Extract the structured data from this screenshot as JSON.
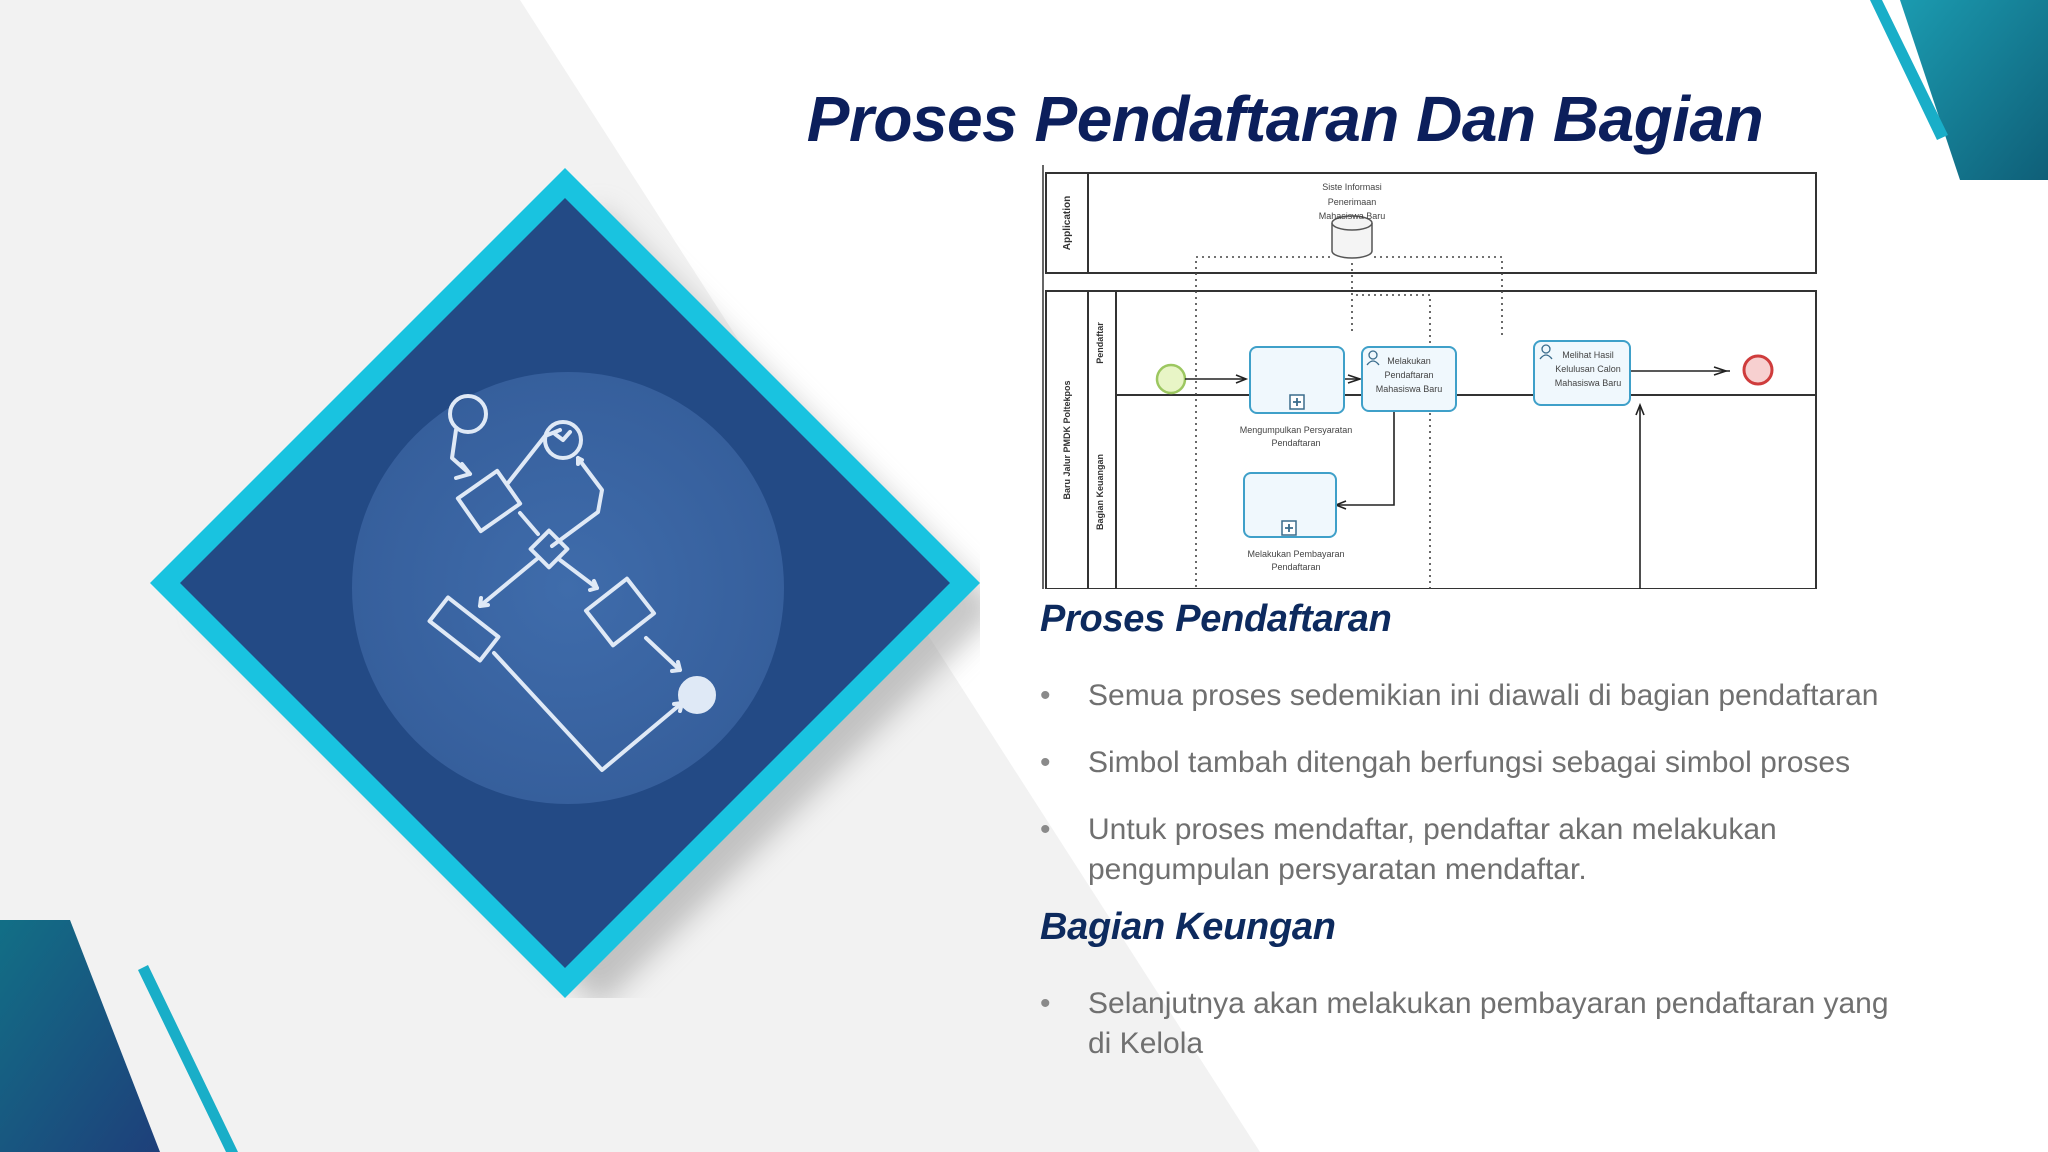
{
  "slide": {
    "title": "Proses Pendaftaran Dan Bagian keungan",
    "colors": {
      "title": "#0c1f5c",
      "accent_cyan": "#19c3e0",
      "diamond_fill": "#234a85",
      "teal": "#137d92",
      "body_text": "#707070"
    }
  },
  "bpmn": {
    "lane_application": "Application",
    "pool_name": "Baru Jalur PMDK Poltekpos",
    "lane_pendaftar": "Pendaftar",
    "lane_keuangan": "Bagian Keuangan",
    "data_store_label": [
      "Siste Informasi",
      "Penerimaan",
      "Mahasiswa Baru"
    ],
    "task_collect": [
      "Mengumpulkan Persyaratan",
      "Pendaftaran"
    ],
    "task_register": [
      "Melakukan",
      "Pendaftaran",
      "Mahasiswa Baru"
    ],
    "task_result": [
      "Melihat Hasil",
      "Kelulusan  Calon",
      "Mahasiswa Baru"
    ],
    "task_payment": [
      "Melakukan Pembayaran",
      "Pendaftaran"
    ]
  },
  "section1": {
    "heading": "Proses Pendaftaran",
    "bullets": [
      "Semua proses sedemikian ini diawali di bagian pendaftaran",
      "Simbol tambah ditengah berfungsi sebagai simbol proses",
      "Untuk proses mendaftar, pendaftar akan melakukan pengumpulan persyaratan mendaftar."
    ]
  },
  "section2": {
    "heading": "Bagian Keungan",
    "bullets": [
      "Selanjutnya akan melakukan pembayaran pendaftaran yang di Kelola"
    ]
  },
  "bullet_char": "•",
  "icons": [
    "flowchart-icon"
  ]
}
